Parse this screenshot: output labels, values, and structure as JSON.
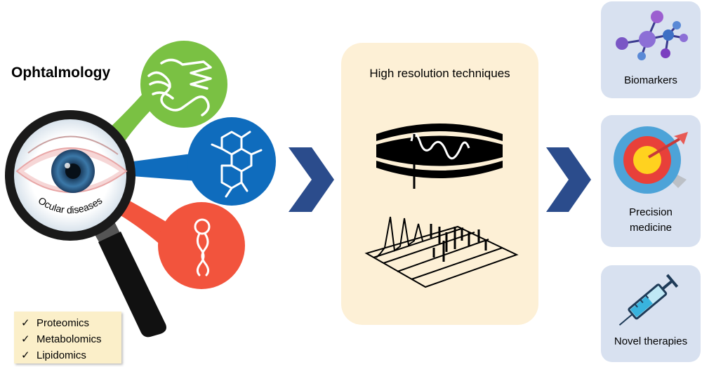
{
  "title": "Ophtalmology",
  "ocular_label": "Ocular diseases",
  "omics": [
    "Proteomics",
    "Metabolomics",
    "Lipidomics"
  ],
  "check_glyph": "✓",
  "center_title": "High resolution techniques",
  "outcomes": {
    "biomarkers": "Biomarkers",
    "precision_line1": "Precision",
    "precision_line2": "medicine",
    "therapies": "Novel therapies"
  },
  "colors": {
    "green": "#7ac143",
    "blue": "#0f6cbd",
    "orange": "#f2543d",
    "chevron": "#2b4c8c",
    "panel": "#fdf0d6",
    "card": "#d8e1f0",
    "note": "#fbefc9"
  }
}
